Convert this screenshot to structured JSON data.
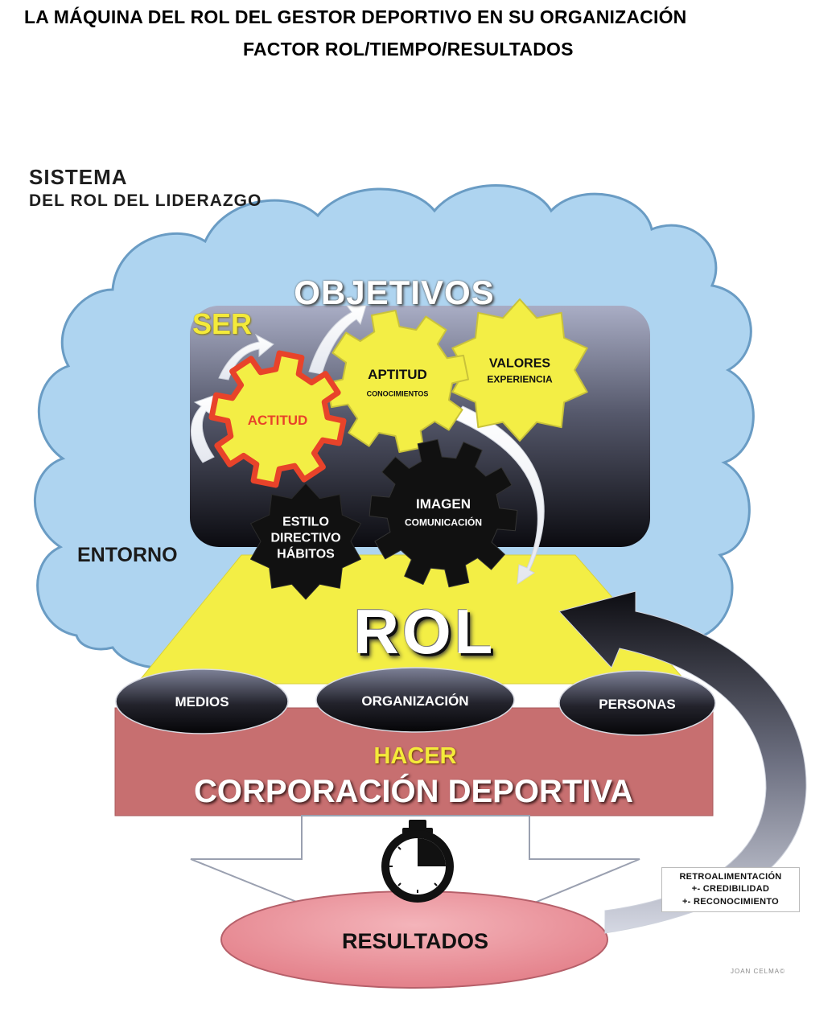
{
  "header": {
    "title_line1": "LA MÁQUINA DEL ROL DEL GESTOR DEPORTIVO EN SU ORGANIZACIÓN",
    "title_line2": "FACTOR ROL/TIEMPO/RESULTADOS"
  },
  "system": {
    "line1": "SISTEMA",
    "line2": "DEL ROL DEL LIDERAZGO"
  },
  "cloud": {
    "label": "ENTORNO"
  },
  "upper": {
    "objetivos": "OBJETIVOS",
    "ser": "SER"
  },
  "gears": {
    "actitud": "ACTITUD",
    "aptitud": "APTITUD",
    "aptitud_sub": "CONOCIMIENTOS",
    "valores": "VALORES",
    "valores_sub": "EXPERIENCIA",
    "imagen": "IMAGEN",
    "imagen_sub": "COMUNICACIÓN",
    "estilo_1": "ESTILO",
    "estilo_2": "DIRECTIVO",
    "estilo_3": "HÁBITOS"
  },
  "rol": {
    "label": "ROL"
  },
  "pillars": {
    "medios": "MEDIOS",
    "organizacion": "ORGANIZACIÓN",
    "personas": "PERSONAS"
  },
  "corp": {
    "hacer": "HACER",
    "name": "CORPORACIÓN DEPORTIVA"
  },
  "results": {
    "label": "RESULTADOS"
  },
  "feedback": {
    "line1": "RETROALIMENTACIÓN",
    "line2": "+- CREDIBILIDAD",
    "line3": "+- RECONOCIMIENTO"
  },
  "credit": "JOAN CELMA©",
  "colors": {
    "cloud": "#aed4f0",
    "yellow": "#f3ee45",
    "red_band": "#c76f70",
    "actitud_border": "#e8432a",
    "results": "#e98a92"
  }
}
